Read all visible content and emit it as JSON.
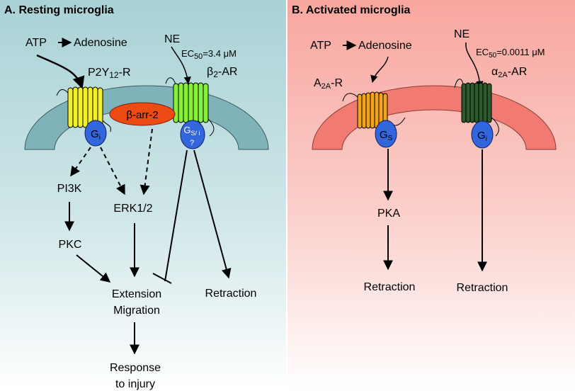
{
  "panel_a": {
    "title": "A. Resting microglia",
    "atp": "ATP",
    "adenosine": "Adenosine",
    "ne": "NE",
    "ec50_prefix": "EC",
    "ec50_sub": "50",
    "ec50_value": "=3.4 μM",
    "p2y_main": "P2Y",
    "p2y_sub": "12",
    "p2y_suffix": "-R",
    "b2_beta": "β",
    "b2_sub": "2",
    "b2_suffix": "-AR",
    "barr": "β-arr-2",
    "gi_main": "G",
    "gi_sub": "i",
    "gsi_main": "G",
    "gsi_sub": "S/ i",
    "gsi_q": "?",
    "pi3k": "PI3K",
    "erk": "ERK1/2",
    "pkc": "PKC",
    "extension": "Extension",
    "migration": "Migration",
    "retraction": "Retraction",
    "response": "Response",
    "to_injury": "to injury"
  },
  "panel_b": {
    "title": "B. Activated microglia",
    "atp": "ATP",
    "adenosine": "Adenosine",
    "ne": "NE",
    "ec50_prefix": "EC",
    "ec50_sub": "50",
    "ec50_value": "=0.0011 μM",
    "a2a_main": "A",
    "a2a_sub": "2A",
    "a2a_suffix": "-R",
    "alpha_main": "α",
    "alpha_sub": "2A",
    "alpha_suffix": "-AR",
    "gs_main": "G",
    "gs_sub": "S",
    "gi_main": "G",
    "gi_sub": "i",
    "pka": "PKA",
    "retraction_left": "Retraction",
    "retraction_right": "Retraction"
  },
  "colors": {
    "panel_a_bg": "#a9d2d6",
    "panel_b_bg": "#f8a69f",
    "membrane_a": "#7fb3b9",
    "membrane_b": "#f17b73",
    "p2y_receptor": "#f2f02a",
    "b2_receptor": "#86f03a",
    "a2a_receptor": "#f5a21c",
    "alpha_receptor": "#2d5a2a",
    "g_protein": "#3366dd",
    "barr": "#ee4a14"
  }
}
